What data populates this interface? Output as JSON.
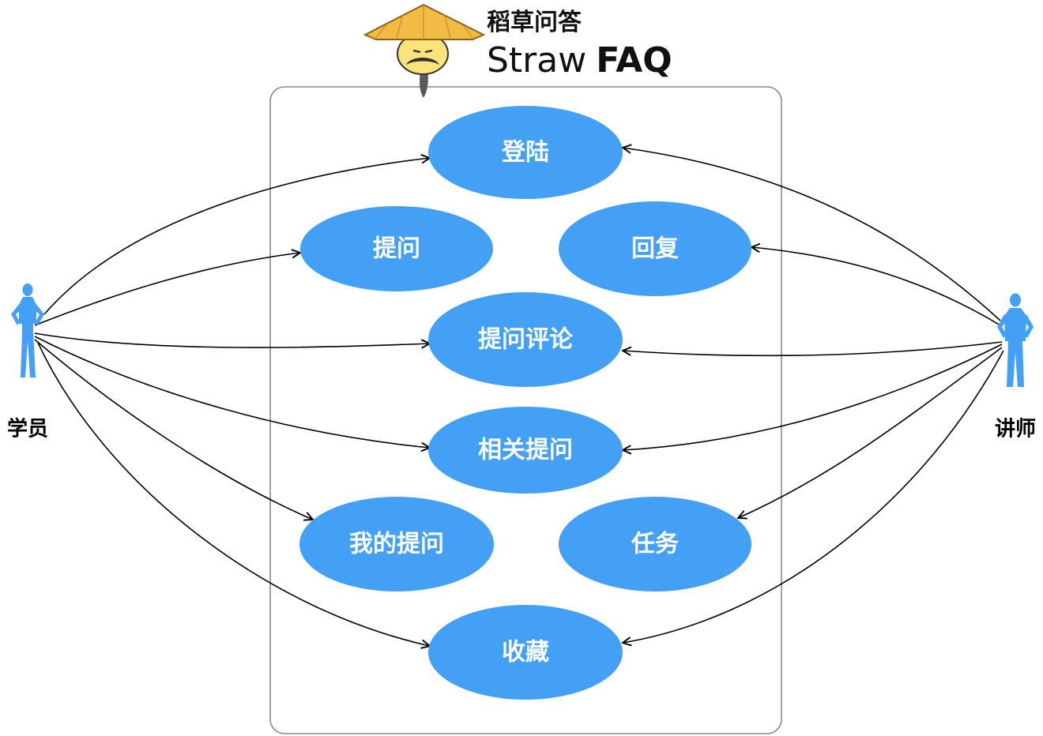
{
  "logo": {
    "cn_name": "稻草问答",
    "en_name_light": "Straw",
    "en_name_bold": "FAQ"
  },
  "actors": {
    "student": {
      "label": "学员"
    },
    "teacher": {
      "label": "讲师"
    }
  },
  "use_cases": [
    {
      "id": "login",
      "label": "登陆"
    },
    {
      "id": "ask",
      "label": "提问"
    },
    {
      "id": "reply",
      "label": "回复"
    },
    {
      "id": "comment",
      "label": "提问评论"
    },
    {
      "id": "related",
      "label": "相关提问"
    },
    {
      "id": "mine",
      "label": "我的提问"
    },
    {
      "id": "task",
      "label": "任务"
    },
    {
      "id": "favorite",
      "label": "收藏"
    }
  ],
  "associations": [
    {
      "from": "student",
      "to": "login"
    },
    {
      "from": "student",
      "to": "ask"
    },
    {
      "from": "student",
      "to": "comment"
    },
    {
      "from": "student",
      "to": "related"
    },
    {
      "from": "student",
      "to": "mine"
    },
    {
      "from": "student",
      "to": "favorite"
    },
    {
      "from": "teacher",
      "to": "login"
    },
    {
      "from": "teacher",
      "to": "reply"
    },
    {
      "from": "teacher",
      "to": "comment"
    },
    {
      "from": "teacher",
      "to": "related"
    },
    {
      "from": "teacher",
      "to": "task"
    },
    {
      "from": "teacher",
      "to": "favorite"
    }
  ],
  "colors": {
    "use_case_fill": "#44a0f4",
    "actor_fill": "#44a0f4",
    "hat_fill": "#f2bb43",
    "face_fill": "#fbe37c",
    "boundary_stroke": "#888888"
  }
}
